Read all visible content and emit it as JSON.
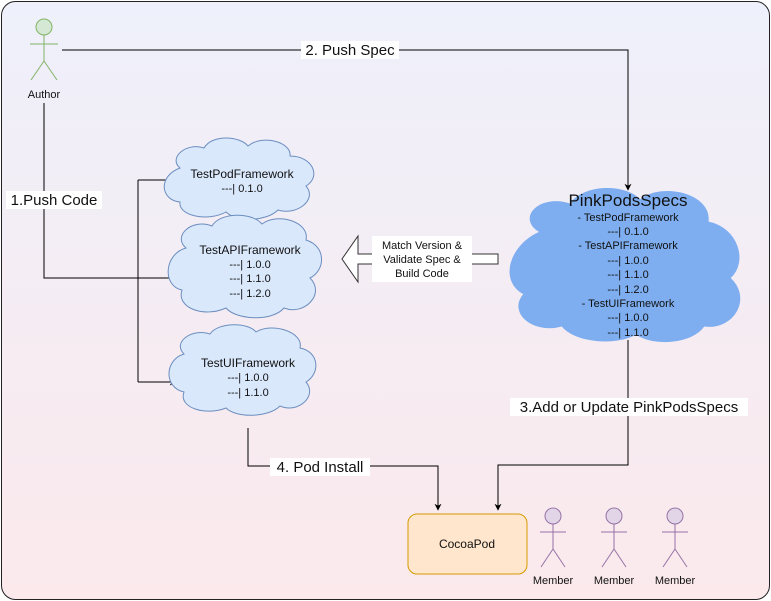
{
  "actors": {
    "author": "Author",
    "members": [
      "Member",
      "Member",
      "Member"
    ]
  },
  "edges": {
    "push_spec": "2. Push Spec",
    "push_code": "1.Push Code",
    "add_update": "3.Add or Update PinkPodsSpecs",
    "pod_install": "4. Pod Install"
  },
  "match_note": {
    "line1": "Match Version &",
    "line2": "Validate Spec &",
    "line3": "Build Code"
  },
  "clouds": {
    "pod": {
      "title": "TestPodFramework",
      "lines": [
        "---| 0.1.0"
      ]
    },
    "api": {
      "title": "TestAPIFramework",
      "lines": [
        "---| 1.0.0",
        "---| 1.1.0",
        "---| 1.2.0"
      ]
    },
    "ui": {
      "title": "TestUIFramework",
      "lines": [
        "---| 1.0.0",
        "---| 1.1.0"
      ]
    }
  },
  "specs": {
    "title": "PinkPodsSpecs",
    "lines": [
      "- TestPodFramework",
      "---| 0.1.0",
      "- TestAPIFramework",
      "---| 1.0.0",
      "---| 1.1.0",
      "---| 1.2.0",
      "- TestUIFramework",
      "---| 1.0.0",
      "---| 1.1.0"
    ]
  },
  "cocoapod": "CocoaPod",
  "colors": {
    "background_top": "#eef0fb",
    "background_bottom": "#fbe9ec",
    "cloud_light": "#dae8fc",
    "cloud_light_stroke": "#6c8ebf",
    "cloud_blue": "#7eaef0",
    "cocoapod_fill": "#ffe6cc",
    "cocoapod_stroke": "#d79b00",
    "author_fill": "#d5e8d4",
    "author_stroke": "#82b366",
    "member_fill": "#e1d5e7",
    "member_stroke": "#9673a6"
  }
}
